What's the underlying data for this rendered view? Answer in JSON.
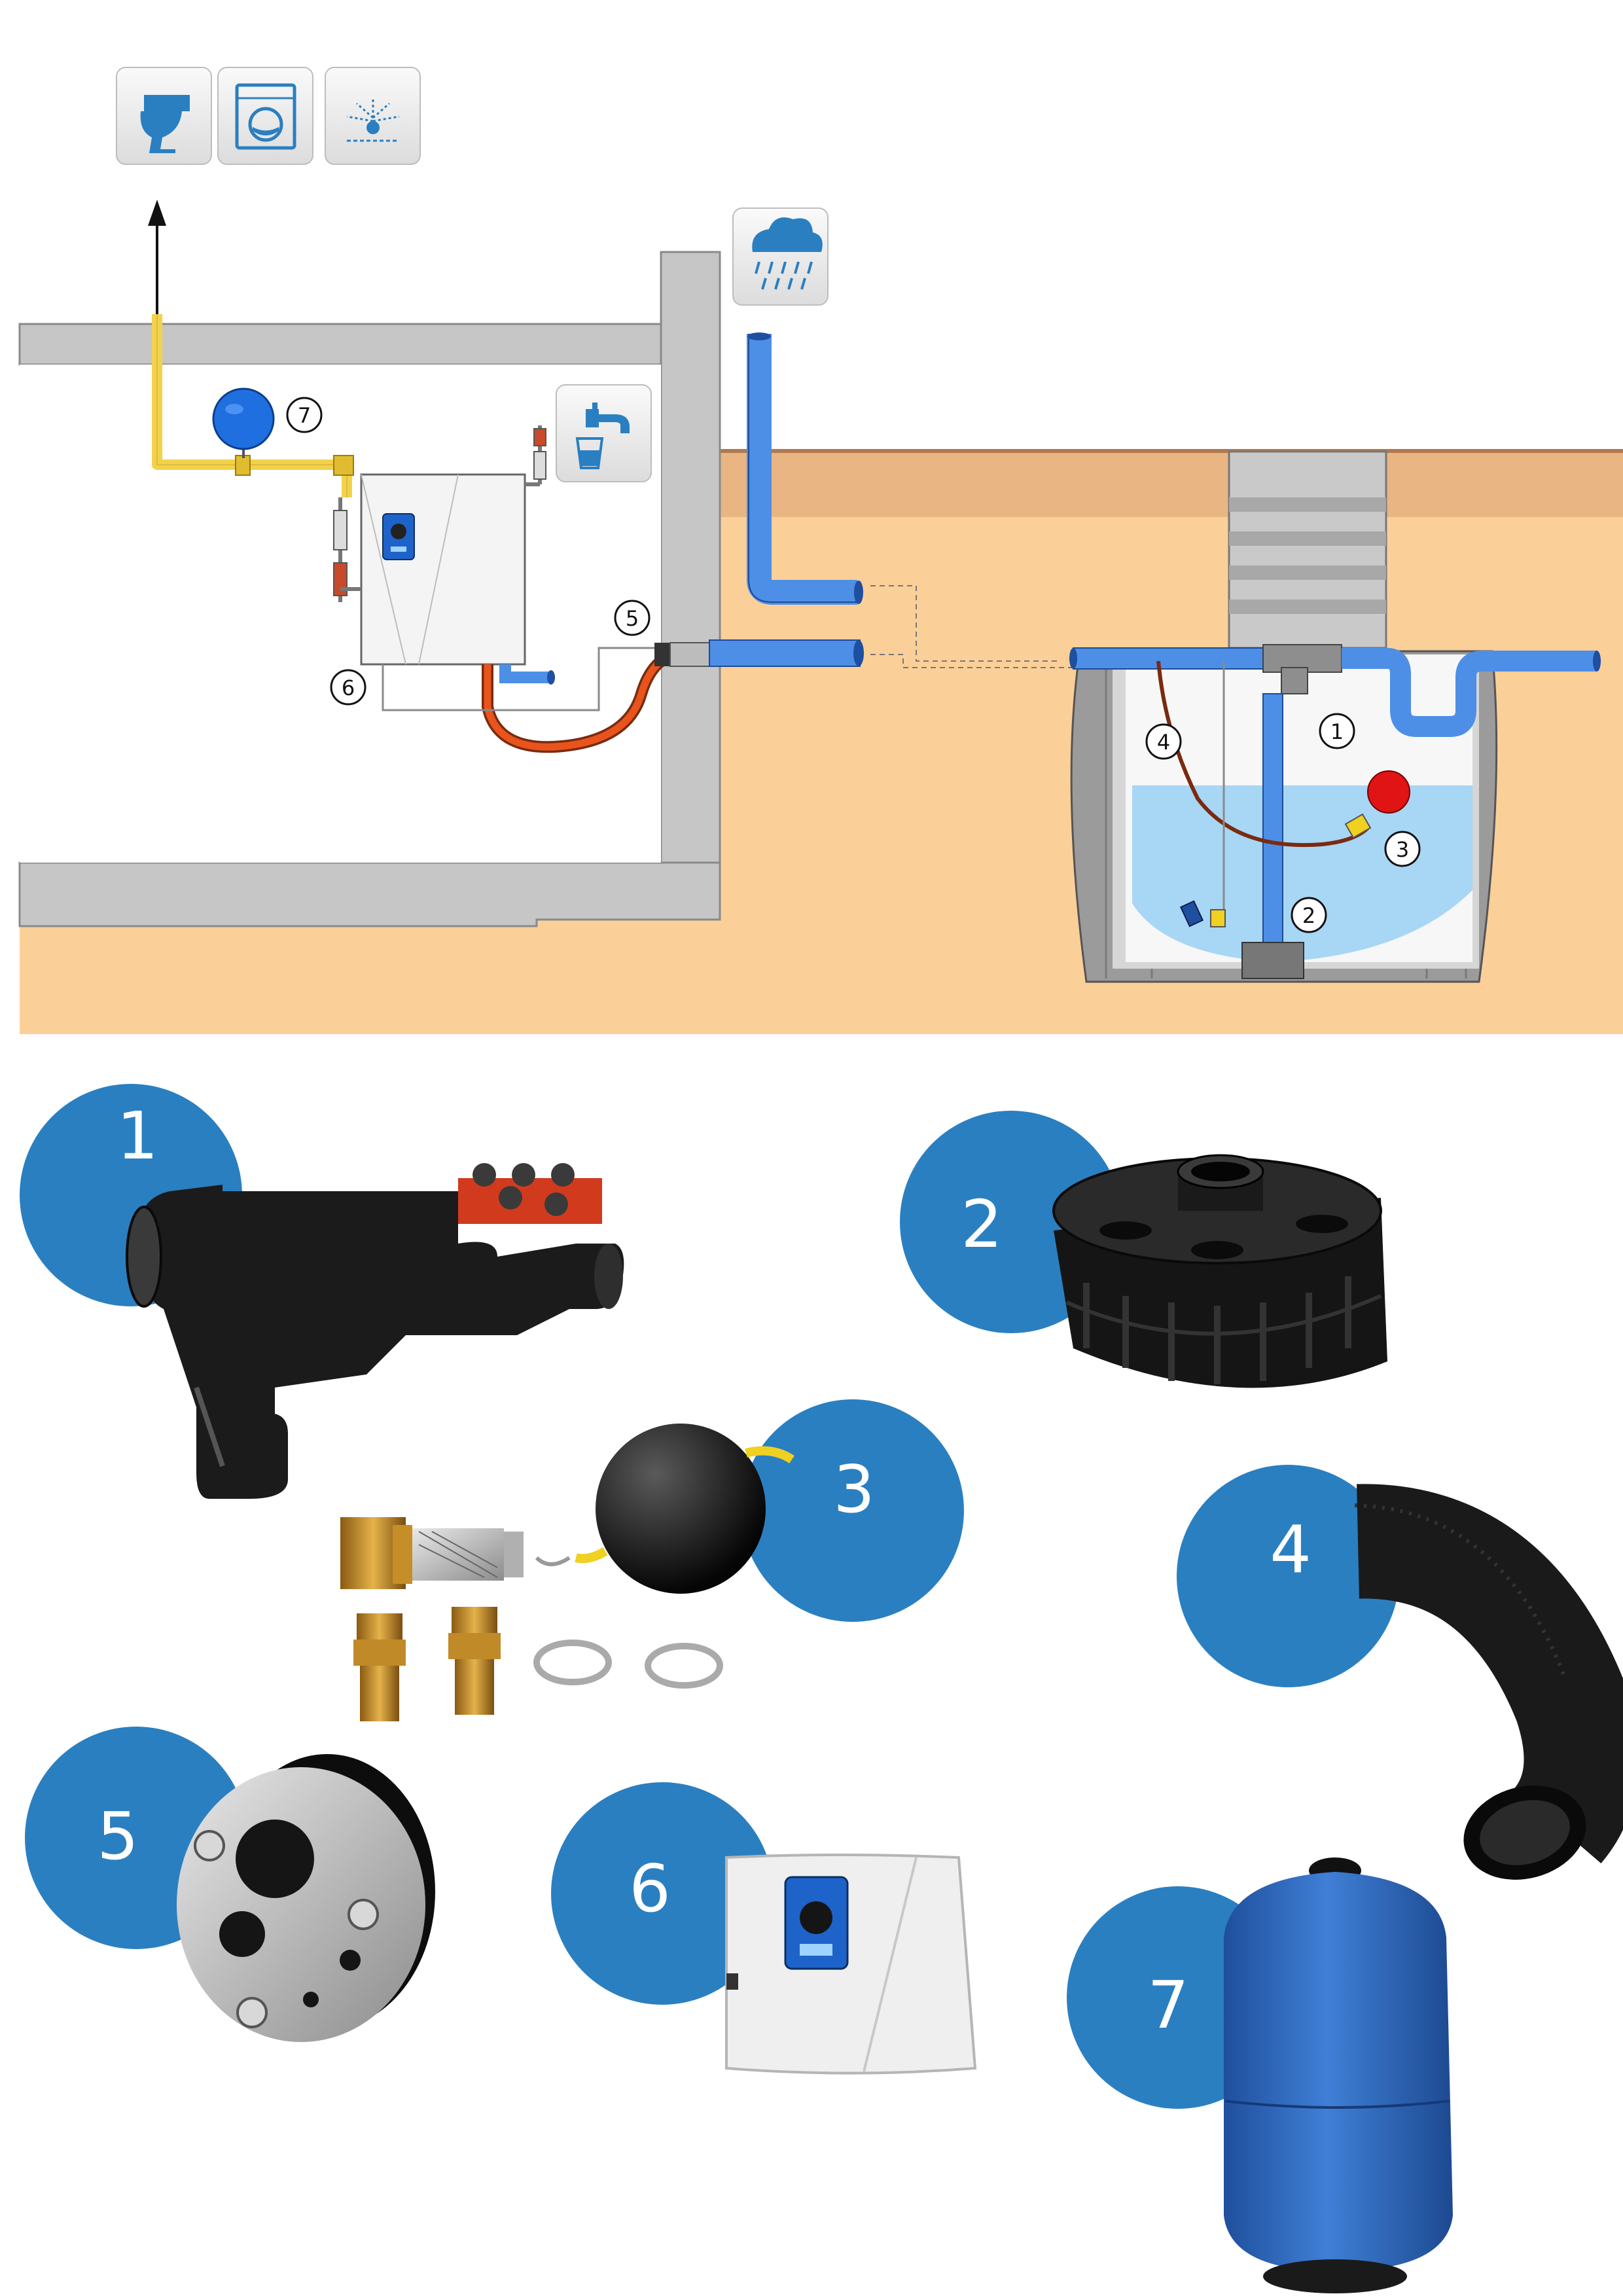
{
  "diagram": {
    "markers": [
      "1",
      "2",
      "3",
      "4",
      "5",
      "6",
      "7"
    ],
    "icons": {
      "top": [
        "toilet-icon",
        "washing-machine-icon",
        "garden-sprinkler-icon"
      ],
      "rain": "rain-cloud-icon",
      "tap": "water-tap-icon"
    }
  },
  "parts": [
    {
      "num": "1",
      "name": "filter-part"
    },
    {
      "num": "2",
      "name": "pump-base-part"
    },
    {
      "num": "3",
      "name": "float-suction-kit-part"
    },
    {
      "num": "4",
      "name": "suction-hose-part"
    },
    {
      "num": "5",
      "name": "wall-seal-part"
    },
    {
      "num": "6",
      "name": "control-unit-part"
    },
    {
      "num": "7",
      "name": "pressure-tank-part"
    }
  ],
  "colors": {
    "accent_blue": "#2a7fc1",
    "pipe_blue": "#4d8fe6",
    "soil": "#fbcf98",
    "soil_top": "#e9b582",
    "wall_gray": "#c6c6c6",
    "water": "#a8d6f5",
    "yellow_pipe": "#f2d24a",
    "orange_hose": "#e8541c"
  }
}
